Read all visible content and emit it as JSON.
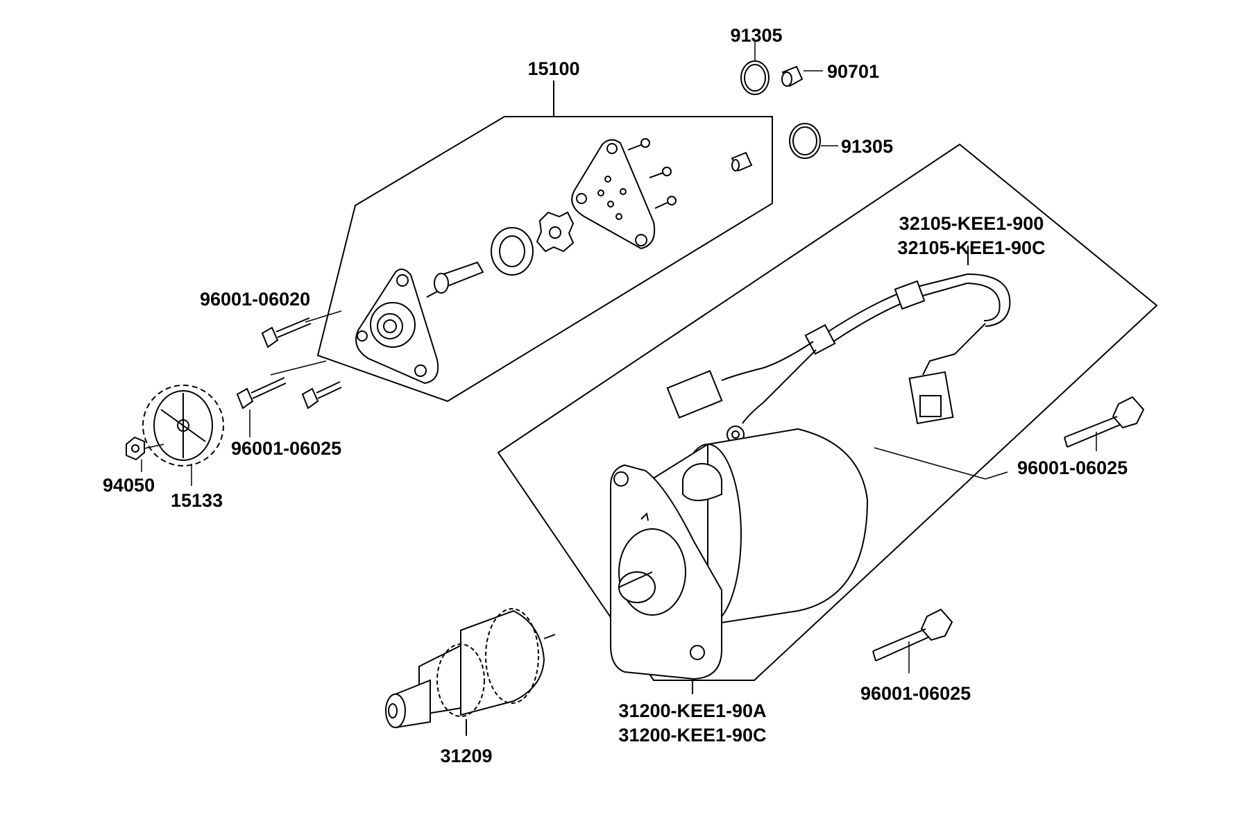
{
  "diagram": {
    "labels": {
      "p91305_top": "91305",
      "p90701": "90701",
      "p91305_mid": "91305",
      "p15100": "15100",
      "p32105_a": "32105-KEE1-900",
      "p32105_b": "32105-KEE1-90C",
      "p96001_06020": "96001-06020",
      "p96001_06025_left": "96001-06025",
      "p96001_06025_right": "96001-06025",
      "p96001_06025_bottom": "96001-06025",
      "p94050": "94050",
      "p15133": "15133",
      "p31200_a": "31200-KEE1-90A",
      "p31200_b": "31200-KEE1-90C",
      "p31209": "31209"
    }
  }
}
